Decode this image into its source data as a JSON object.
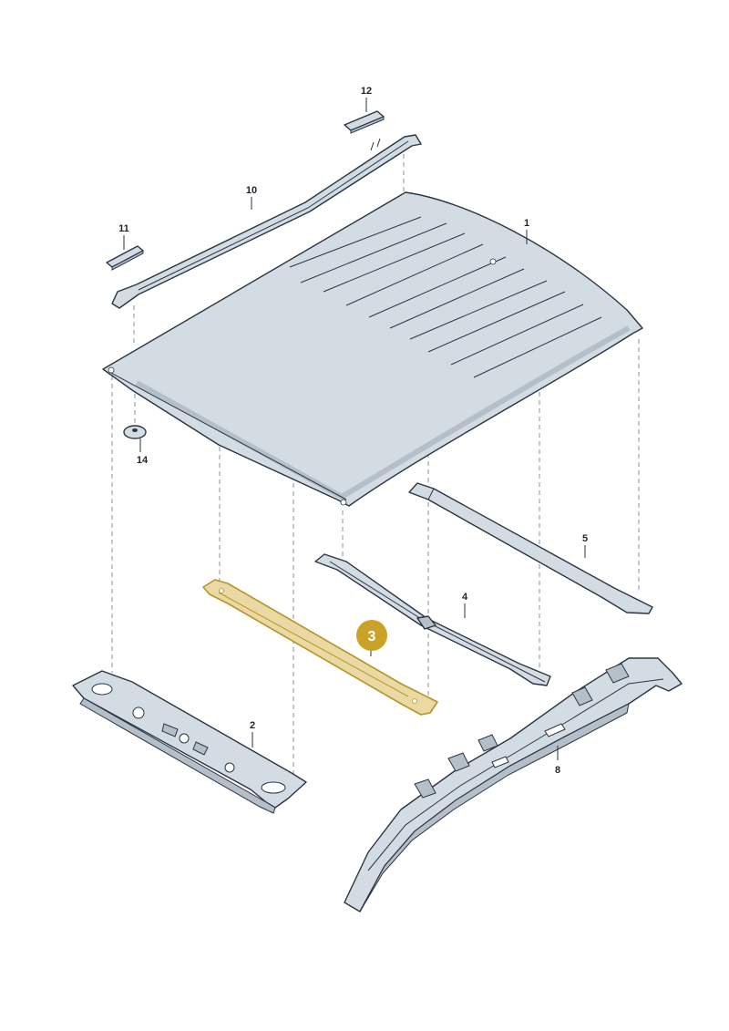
{
  "colors": {
    "part_fill": "#d3dce3",
    "part_shadow": "#b4bfc8",
    "outline": "#2b3444",
    "highlight_fill": "#ead9a2",
    "highlight_stroke": "#b59428",
    "badge": "#c9a227"
  },
  "callouts": {
    "p1": "1",
    "p2": "2",
    "p3": "3",
    "p4": "4",
    "p5": "5",
    "p8": "8",
    "p10": "10",
    "p11": "11",
    "p12": "12",
    "p14": "14"
  }
}
